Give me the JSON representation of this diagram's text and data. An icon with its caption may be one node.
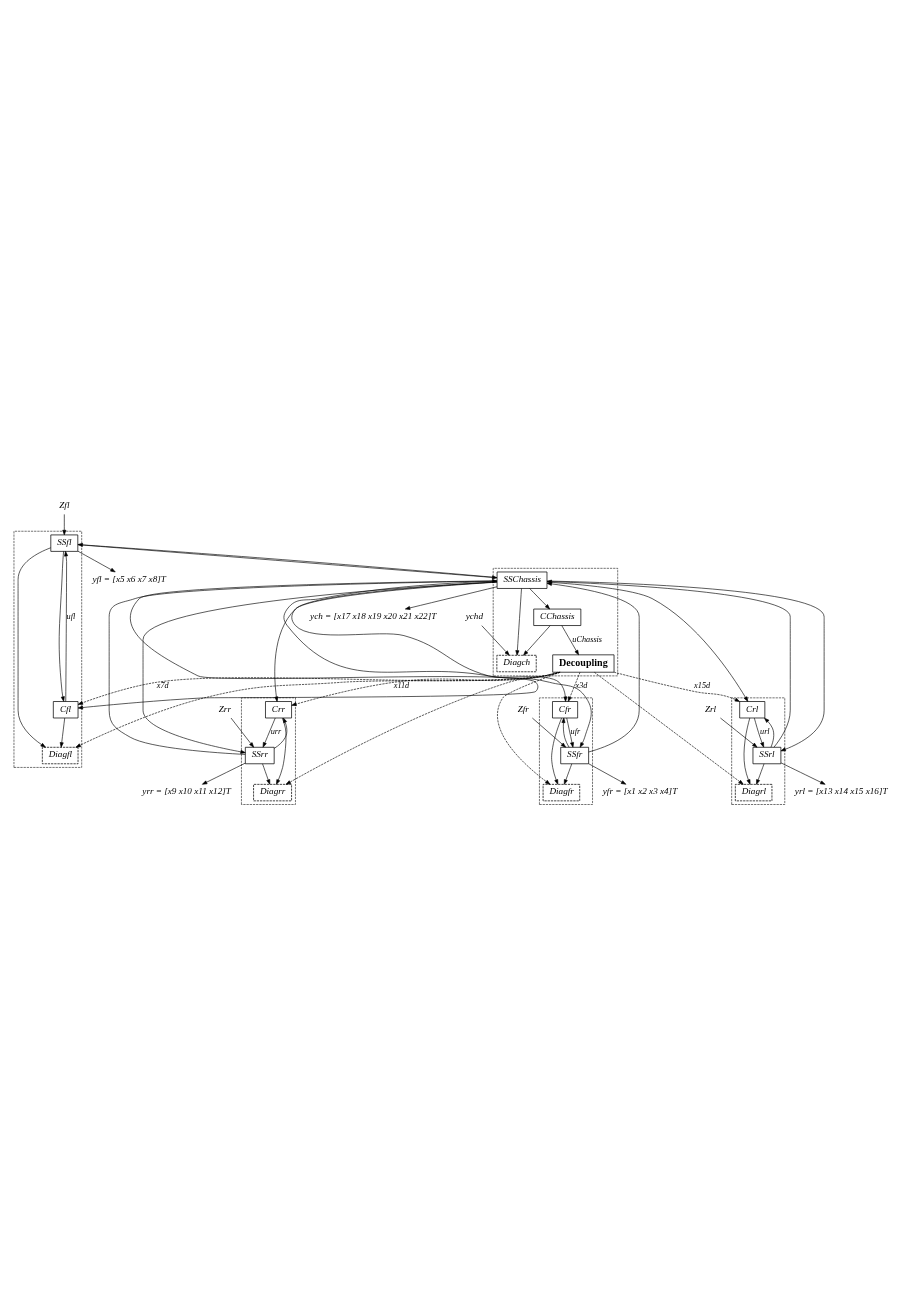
{
  "diagram": {
    "nodes": [
      {
        "text": [],
        "shape": "box"
      },
      {
        "text": [
          "SSfl"
        ],
        "in": 0
      },
      {
        "text": [
          "Diagfl"
        ],
        "in": 0
      },
      {
        "text": [
          "Cfl"
        ],
        "in": 0
      },
      {
        "text": [],
        "shape": "box"
      },
      {
        "text": [
          "SSfr"
        ],
        "in": 4
      },
      {
        "text": [
          "Diagfr"
        ],
        "in": 4
      },
      {
        "text": [
          "Cfr"
        ],
        "in": 4
      },
      {
        "text": [],
        "shape": "box"
      },
      {
        "text": [
          "SSChassis"
        ],
        "in": 8
      },
      {
        "text": [
          "Decoupling"
        ],
        "in": 8
      },
      {
        "text": [
          "Diagch"
        ],
        "in": 8
      },
      {
        "text": [
          "CChassis"
        ],
        "in": 8
      },
      {
        "text": [],
        "shape": "box"
      },
      {
        "text": [
          "Crl"
        ],
        "in": 13
      },
      {
        "text": [
          "Diagrl"
        ],
        "in": 13
      },
      {
        "text": [
          "SSrl"
        ],
        "in": 13
      },
      {
        "text": [],
        "shape": "box"
      },
      {
        "text": [
          "Crr"
        ],
        "in": 17
      },
      {
        "text": [
          "Diagrr"
        ],
        "in": 17
      },
      {
        "text": [
          "SSrr"
        ],
        "in": 17
      },
      {
        "text": [
          "yfl = [x5 x6 x7 x8]T"
        ]
      },
      {
        "text": [
          "ych = [x17 x18 x19 x20 x21 x22]T"
        ]
      },
      {
        "text": [
          "yfr = [x1 x2 x3 x4]T"
        ]
      },
      {
        "text": [
          "yrl = [x13 x14 x15 x16]T"
        ]
      },
      {
        "text": [
          "yrr = [x9 x10 x11 x12]T"
        ]
      },
      {
        "text": [
          "Zfl"
        ]
      },
      {
        "text": [
          "Zfr"
        ]
      },
      {
        "text": [
          "Zrl"
        ]
      },
      {
        "text": [
          "Zrr"
        ]
      },
      {
        "text": [
          "ychd"
        ]
      }
    ],
    "edges": [
      {
        "from": 3,
        "to": 1,
        "arrow": "to",
        "label": "ufl"
      },
      {
        "from": 3,
        "to": 2,
        "arrow": "to"
      },
      {
        "from": 1,
        "to": 21,
        "arrow": "to"
      },
      {
        "from": 1,
        "to": 2,
        "arrow": "to"
      },
      {
        "from": 1,
        "to": 3,
        "arrow": "to"
      },
      {
        "from": 1,
        "to": 9,
        "arrow": "to"
      },
      {
        "from": 26,
        "to": 1,
        "arrow": "to"
      },
      {
        "from": 7,
        "to": 5,
        "arrow": "to",
        "label": "ufr"
      },
      {
        "from": 7,
        "to": 6,
        "arrow": "to"
      },
      {
        "from": 5,
        "to": 23,
        "arrow": "to"
      },
      {
        "from": 5,
        "to": 6,
        "arrow": "to"
      },
      {
        "from": 5,
        "to": 7,
        "arrow": "to"
      },
      {
        "from": 5,
        "to": 9,
        "arrow": "to"
      },
      {
        "from": 27,
        "to": 5,
        "arrow": "to"
      },
      {
        "from": 12,
        "to": 10,
        "arrow": "to",
        "label": "uChassis"
      },
      {
        "from": 12,
        "to": 11,
        "arrow": "to"
      },
      {
        "from": 30,
        "to": 11,
        "arrow": "to"
      },
      {
        "from": 10,
        "to": 3,
        "arrow": "to",
        "style": "dashed",
        "label": "x7d"
      },
      {
        "from": 10,
        "to": 2,
        "arrow": "to",
        "style": "dashed"
      },
      {
        "from": 10,
        "to": 7,
        "arrow": "to",
        "style": "dashed",
        "label": "x3d"
      },
      {
        "from": 10,
        "to": 6,
        "arrow": "to",
        "style": "dashed"
      },
      {
        "from": 10,
        "to": 14,
        "arrow": "to",
        "style": "dashed",
        "label": "x15d"
      },
      {
        "from": 10,
        "to": 15,
        "arrow": "to",
        "style": "dashed"
      },
      {
        "from": 10,
        "to": 18,
        "arrow": "to",
        "style": "dashed",
        "label": "x11d"
      },
      {
        "from": 10,
        "to": 19,
        "arrow": "to",
        "style": "dashed"
      },
      {
        "from": 14,
        "to": 16,
        "arrow": "to",
        "label": "url"
      },
      {
        "from": 14,
        "to": 15,
        "arrow": "to"
      },
      {
        "from": 16,
        "to": 24,
        "arrow": "to"
      },
      {
        "from": 16,
        "to": 15,
        "arrow": "to"
      },
      {
        "from": 16,
        "to": 14,
        "arrow": "to"
      },
      {
        "from": 16,
        "to": 9,
        "arrow": "to"
      },
      {
        "from": 28,
        "to": 16,
        "arrow": "to"
      },
      {
        "from": 18,
        "to": 20,
        "arrow": "to",
        "label": "urr"
      },
      {
        "from": 18,
        "to": 19,
        "arrow": "to"
      },
      {
        "from": 20,
        "to": 25,
        "arrow": "to"
      },
      {
        "from": 20,
        "to": 19,
        "arrow": "to"
      },
      {
        "from": 20,
        "to": 18,
        "arrow": "to"
      },
      {
        "from": 20,
        "to": 9,
        "arrow": "to"
      },
      {
        "from": 29,
        "to": 20,
        "arrow": "to"
      },
      {
        "from": 9,
        "to": 22,
        "arrow": "to"
      },
      {
        "from": 9,
        "to": 1,
        "arrow": "to"
      },
      {
        "from": 9,
        "to": 5,
        "arrow": "to"
      },
      {
        "from": 9,
        "to": 3,
        "arrow": "to"
      },
      {
        "from": 9,
        "to": 7,
        "arrow": "to"
      },
      {
        "from": 9,
        "to": 14,
        "arrow": "to"
      },
      {
        "from": 9,
        "to": 18,
        "arrow": "to"
      },
      {
        "from": 9,
        "to": 16,
        "arrow": "to"
      },
      {
        "from": 9,
        "to": 20,
        "arrow": "to"
      },
      {
        "from": 9,
        "to": 12,
        "arrow": "to"
      },
      {
        "from": 9,
        "to": 11,
        "arrow": "to"
      }
    ]
  }
}
